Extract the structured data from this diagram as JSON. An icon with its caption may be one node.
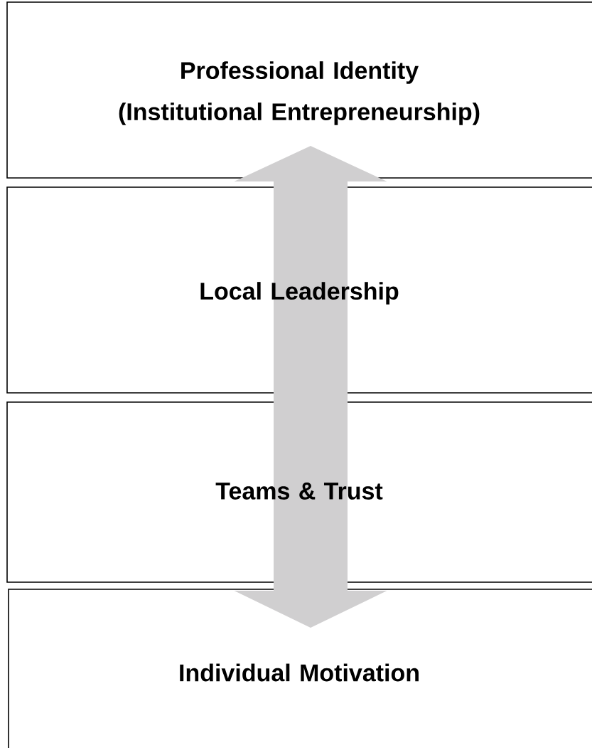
{
  "diagram": {
    "nodes": [
      {
        "text": [
          "Professional Identity (Institutional Entrepreneurship)"
        ]
      },
      {
        "text": [
          "Local Leadership"
        ]
      },
      {
        "text": [
          "Teams & Trust"
        ]
      },
      {
        "text": [
          "Individual Motivation"
        ]
      }
    ],
    "edges": [
      {
        "from": 3,
        "to": 0,
        "arrow": "both",
        "style": "thick",
        "color": "#d0cfd0"
      }
    ]
  }
}
